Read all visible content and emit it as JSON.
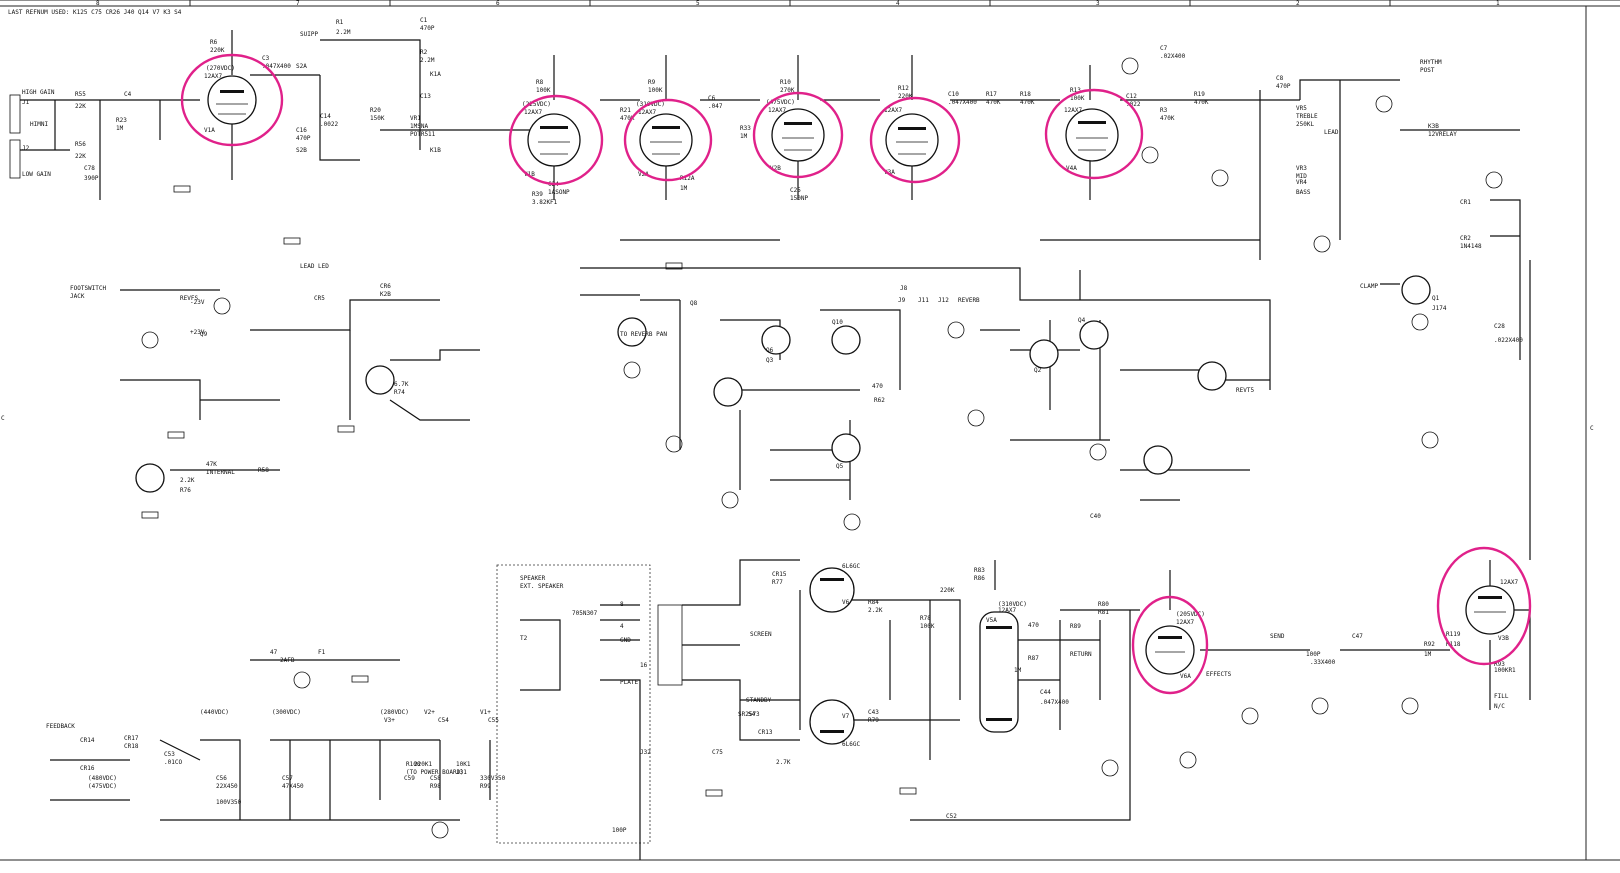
{
  "title_block": "LAST REFNUM USED: K125 C75 CR26 J40 Q14 V7 K3 S4",
  "border_numbers": [
    "8",
    "7",
    "6",
    "5",
    "4",
    "3",
    "2",
    "1"
  ],
  "side_letters": [
    "C",
    "C"
  ],
  "colors": {
    "ink": "#111111",
    "highlight": "#e0218a",
    "paper": "#ffffff"
  },
  "tubes": [
    {
      "ref": "V1A",
      "type": "12AX7",
      "note": "(270VDC)",
      "highlighted": true
    },
    {
      "ref": "V1B",
      "type": "12AX7",
      "note": "(225VDC)",
      "highlighted": true
    },
    {
      "ref": "V2A",
      "type": "12AX7",
      "note": "(310VDC)",
      "highlighted": true
    },
    {
      "ref": "V2B",
      "type": "12AX7",
      "note": "(475VDC)",
      "highlighted": true
    },
    {
      "ref": "V3A",
      "type": "12AX7",
      "note": "",
      "highlighted": true
    },
    {
      "ref": "V4A",
      "type": "12AX7",
      "note": "",
      "highlighted": true
    },
    {
      "ref": "V6A",
      "type": "12AX7",
      "note": "(205VDC)",
      "highlighted": true
    },
    {
      "ref": "V3B",
      "type": "12AX7",
      "note": "",
      "highlighted": true
    },
    {
      "ref": "V5A",
      "type": "12AX7",
      "note": "(310VDC)",
      "highlighted": false
    },
    {
      "ref": "V6",
      "type": "6L6GC",
      "note": "",
      "highlighted": false
    },
    {
      "ref": "V7",
      "type": "6L6GC",
      "note": "",
      "highlighted": false
    }
  ],
  "input_labels": {
    "high_gain": "HIGH GAIN",
    "low_gain": "LOW GAIN",
    "j1": "J1",
    "j2": "J2",
    "himni": "HIMNI"
  },
  "component_labels": [
    {
      "t": "R55"
    },
    {
      "t": "22K"
    },
    {
      "t": "R56"
    },
    {
      "t": "22K"
    },
    {
      "t": "C78"
    },
    {
      "t": "390P"
    },
    {
      "t": "C4"
    },
    {
      "t": "R23"
    },
    {
      "t": "1M"
    },
    {
      "t": "R6"
    },
    {
      "t": "220K"
    },
    {
      "t": "C3"
    },
    {
      "t": ".047X400"
    },
    {
      "t": "S2A"
    },
    {
      "t": "S2B"
    },
    {
      "t": "SUIPP"
    },
    {
      "t": "R1"
    },
    {
      "t": "2.2M"
    },
    {
      "t": "C1"
    },
    {
      "t": "470P"
    },
    {
      "t": "R2"
    },
    {
      "t": "2.2M"
    },
    {
      "t": "K1A"
    },
    {
      "t": "K1B"
    },
    {
      "t": "VR1"
    },
    {
      "t": "1MSNA"
    },
    {
      "t": "POTR511"
    },
    {
      "t": "C13"
    },
    {
      "t": "C16"
    },
    {
      "t": "470P"
    },
    {
      "t": "R20"
    },
    {
      "t": "150K"
    },
    {
      "t": "C14"
    },
    {
      "t": ".0022"
    },
    {
      "t": "R8"
    },
    {
      "t": "100K"
    },
    {
      "t": "R21"
    },
    {
      "t": "470K"
    },
    {
      "t": "C24"
    },
    {
      "t": "1ASONP"
    },
    {
      "t": "R39"
    },
    {
      "t": "3.82KF1"
    },
    {
      "t": "R9"
    },
    {
      "t": "100K"
    },
    {
      "t": "R12A"
    },
    {
      "t": "1M"
    },
    {
      "t": "C6"
    },
    {
      "t": ".047"
    },
    {
      "t": "R10"
    },
    {
      "t": "270K"
    },
    {
      "t": "R33"
    },
    {
      "t": "1M"
    },
    {
      "t": "C25"
    },
    {
      "t": "150NP"
    },
    {
      "t": "R12"
    },
    {
      "t": "220K"
    },
    {
      "t": "C10"
    },
    {
      "t": ".047X400"
    },
    {
      "t": "R17"
    },
    {
      "t": "470K"
    },
    {
      "t": "R18"
    },
    {
      "t": "470K"
    },
    {
      "t": "R13"
    },
    {
      "t": "100K"
    },
    {
      "t": "C12"
    },
    {
      "t": ".022"
    },
    {
      "t": "R19"
    },
    {
      "t": "470K"
    },
    {
      "t": "C7"
    },
    {
      "t": ".02X400"
    },
    {
      "t": "R3"
    },
    {
      "t": "470K"
    },
    {
      "t": "C8"
    },
    {
      "t": "470P"
    },
    {
      "t": "VR5"
    },
    {
      "t": "TREBLE"
    },
    {
      "t": "250KL"
    },
    {
      "t": "VR4"
    },
    {
      "t": "BASS"
    },
    {
      "t": "VR3"
    },
    {
      "t": "MID"
    },
    {
      "t": "RHYTHM"
    },
    {
      "t": "POST"
    },
    {
      "t": "LEAD"
    },
    {
      "t": "K3B"
    },
    {
      "t": "12VRELAY"
    },
    {
      "t": "CR1"
    },
    {
      "t": "CR2"
    },
    {
      "t": "1N4148"
    },
    {
      "t": "Q1"
    },
    {
      "t": "J174"
    },
    {
      "t": "CLAMP"
    },
    {
      "t": "C28"
    },
    {
      "t": ".022X400"
    },
    {
      "t": "FOOTSWITCH"
    },
    {
      "t": "JACK"
    },
    {
      "t": "REVFS"
    },
    {
      "t": "LEAD LED"
    },
    {
      "t": "CR5"
    },
    {
      "t": "CR6"
    },
    {
      "t": "K2B"
    },
    {
      "t": "+23V"
    },
    {
      "t": "-23V"
    },
    {
      "t": "Q9"
    },
    {
      "t": "Q8"
    },
    {
      "t": "Q6"
    },
    {
      "t": "Q3"
    },
    {
      "t": "Q10"
    },
    {
      "t": "Q5"
    },
    {
      "t": "Q2"
    },
    {
      "t": "Q4"
    },
    {
      "t": "TO REVERB PAN"
    },
    {
      "t": "J8"
    },
    {
      "t": "J9"
    },
    {
      "t": "J11"
    },
    {
      "t": "J12"
    },
    {
      "t": "REVERB"
    },
    {
      "t": "REVT5"
    },
    {
      "t": "C40"
    },
    {
      "t": "R58"
    },
    {
      "t": "470"
    },
    {
      "t": "R62"
    },
    {
      "t": "6.7K"
    },
    {
      "t": "R74"
    },
    {
      "t": "2.2K"
    },
    {
      "t": "R76"
    },
    {
      "t": "47K"
    },
    {
      "t": "INTERNAL"
    },
    {
      "t": "SPEAKER"
    },
    {
      "t": "EXT. SPEAKER"
    },
    {
      "t": "T2"
    },
    {
      "t": "705N307"
    },
    {
      "t": "16"
    },
    {
      "t": "8"
    },
    {
      "t": "4"
    },
    {
      "t": "GND"
    },
    {
      "t": "PLATE"
    },
    {
      "t": "SCREEN"
    },
    {
      "t": "STANDBY"
    },
    {
      "t": "S4"
    },
    {
      "t": "CR13"
    },
    {
      "t": "SR2573"
    },
    {
      "t": "CR15"
    },
    {
      "t": "R77"
    },
    {
      "t": "2.7K"
    },
    {
      "t": "R84"
    },
    {
      "t": "2.2K"
    },
    {
      "t": "C43"
    },
    {
      "t": "R79"
    },
    {
      "t": "220K"
    },
    {
      "t": "R78"
    },
    {
      "t": "100K"
    },
    {
      "t": "R83"
    },
    {
      "t": "R86"
    },
    {
      "t": "470"
    },
    {
      "t": "R87"
    },
    {
      "t": "1M"
    },
    {
      "t": "C44"
    },
    {
      "t": ".047X400"
    },
    {
      "t": "R80"
    },
    {
      "t": "R81"
    },
    {
      "t": "R89"
    },
    {
      "t": "RETURN"
    },
    {
      "t": "EFFECTS"
    },
    {
      "t": "SEND"
    },
    {
      "t": "100P"
    },
    {
      "t": "C47"
    },
    {
      "t": ".33X400"
    },
    {
      "t": "R92"
    },
    {
      "t": "1M"
    },
    {
      "t": "R93"
    },
    {
      "t": "100KR1"
    },
    {
      "t": "FILL"
    },
    {
      "t": "N/C"
    },
    {
      "t": "R118"
    },
    {
      "t": "R119"
    },
    {
      "t": "47"
    },
    {
      "t": "F1"
    },
    {
      "t": "2AFB"
    },
    {
      "t": "CR14"
    },
    {
      "t": "CR16"
    },
    {
      "t": "CR17"
    },
    {
      "t": "CR18"
    },
    {
      "t": "C53"
    },
    {
      "t": ".01CO"
    },
    {
      "t": "(480VDC)"
    },
    {
      "t": "(475VDC)"
    },
    {
      "t": "(440VDC)"
    },
    {
      "t": "(300VDC)"
    },
    {
      "t": "(280VDC)"
    },
    {
      "t": "V2+"
    },
    {
      "t": "V1+"
    },
    {
      "t": "V3+"
    },
    {
      "t": "C54"
    },
    {
      "t": "C55"
    },
    {
      "t": "C56"
    },
    {
      "t": "C57"
    },
    {
      "t": "C58"
    },
    {
      "t": "C59"
    },
    {
      "t": "330V350"
    },
    {
      "t": "100V350"
    },
    {
      "t": "22X450"
    },
    {
      "t": "47X450"
    },
    {
      "t": "R98"
    },
    {
      "t": "R99"
    },
    {
      "t": "R100"
    },
    {
      "t": "220K1"
    },
    {
      "t": "10K1"
    },
    {
      "t": "(TO POWER BOARD)"
    },
    {
      "t": "J31"
    },
    {
      "t": "J32"
    },
    {
      "t": "C75"
    },
    {
      "t": "FEEDBACK"
    },
    {
      "t": "C52"
    },
    {
      "t": "100P"
    }
  ]
}
